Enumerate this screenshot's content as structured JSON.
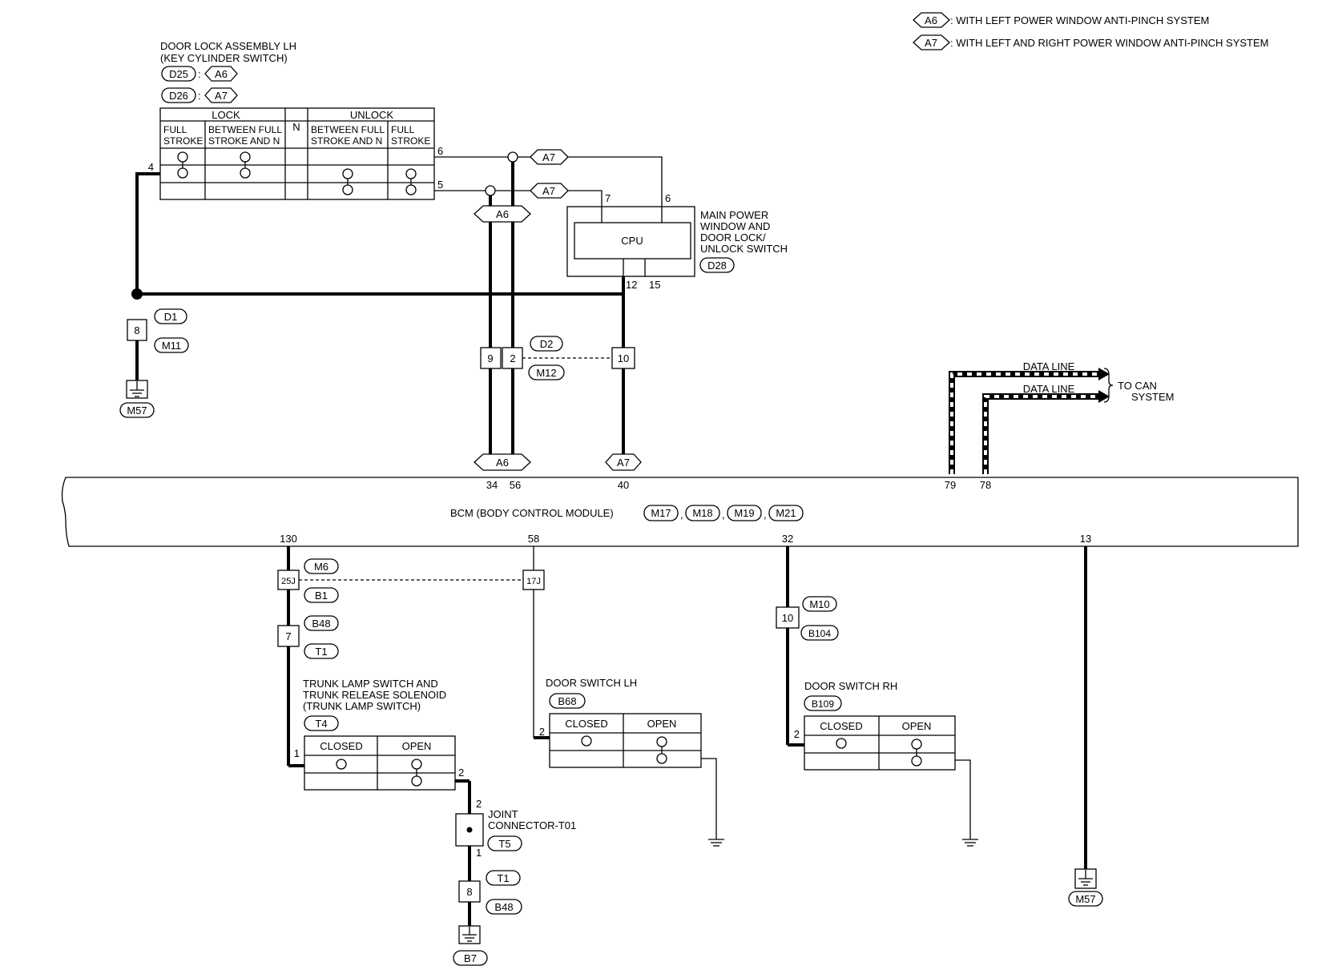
{
  "legend": [
    {
      "tag": "A6",
      "text": ": WITH LEFT POWER WINDOW ANTI-PINCH SYSTEM"
    },
    {
      "tag": "A7",
      "text": ": WITH LEFT AND RIGHT POWER WINDOW ANTI-PINCH SYSTEM"
    }
  ],
  "door_lock": {
    "title1": "DOOR LOCK ASSEMBLY LH",
    "title2": "(KEY CYLINDER SWITCH)",
    "conn1": "D25",
    "cond1": "A6",
    "conn2": "D26",
    "cond2": "A7",
    "lock": "LOCK",
    "n": "N",
    "unlock": "UNLOCK",
    "full1": "FULL",
    "stroke1": "STROKE",
    "between1": "BETWEEN FULL",
    "strokeN1": "STROKE AND N",
    "between2": "BETWEEN FULL",
    "strokeN2": "STROKE AND N",
    "full2": "FULL",
    "stroke2": "STROKE",
    "pin4": "4",
    "pin6": "6",
    "pin5": "5"
  },
  "main_switch": {
    "l1": "MAIN POWER",
    "l2": "WINDOW AND",
    "l3": "DOOR LOCK/",
    "l4": "UNLOCK SWITCH",
    "conn": "D28",
    "cpu": "CPU",
    "pin7": "7",
    "pin6": "6",
    "pin12": "12",
    "pin15": "15"
  },
  "conditions": {
    "a7_top": "A7",
    "a7_mid": "A7",
    "a6_mid": "A6",
    "a6_bcm": "A6",
    "a7_bcm": "A7"
  },
  "ground_left": {
    "pin": "8",
    "c1": "D1",
    "c2": "M11",
    "gnd": "M57"
  },
  "mid_conn": {
    "p9": "9",
    "p2": "2",
    "p10": "10",
    "c1": "D2",
    "c2": "M12"
  },
  "data_line": {
    "l1": "DATA LINE",
    "l2": "DATA LINE",
    "to1": "TO CAN",
    "to2": "SYSTEM"
  },
  "bcm": {
    "label": "BCM (BODY CONTROL MODULE)",
    "c1": "M17",
    "c2": "M18",
    "c3": "M19",
    "c4": "M21",
    "sep1": ",",
    "sep2": ",",
    "sep3": ",",
    "p34": "34",
    "p56": "56",
    "p40": "40",
    "p79": "79",
    "p78": "78",
    "p130": "130",
    "p58": "58",
    "p32": "32",
    "p13": "13"
  },
  "trunk": {
    "j25": "25J",
    "j17": "17J",
    "c_m6": "M6",
    "c_b1": "B1",
    "p7": "7",
    "c_b48": "B48",
    "c_t1": "T1",
    "l1": "TRUNK LAMP SWITCH AND",
    "l2": "TRUNK RELEASE SOLENOID",
    "l3": "(TRUNK LAMP SWITCH)",
    "conn": "T4",
    "closed": "CLOSED",
    "open": "OPEN",
    "pin1": "1",
    "pin2": "2"
  },
  "joint": {
    "pin2": "2",
    "pin1": "1",
    "l1": "JOINT",
    "l2": "CONNECTOR-T01",
    "conn": "T5",
    "p8": "8",
    "c_t1": "T1",
    "c_b48": "B48",
    "gnd": "B7"
  },
  "door_lh": {
    "title": "DOOR SWITCH LH",
    "conn": "B68",
    "closed": "CLOSED",
    "open": "OPEN",
    "pin": "2"
  },
  "door_rh": {
    "title": "DOOR SWITCH RH",
    "conn": "B109",
    "closed": "CLOSED",
    "open": "OPEN",
    "pin": "2",
    "p10": "10",
    "c_m10": "M10",
    "c_b104": "B104"
  },
  "ground_right": {
    "gnd": "M57"
  }
}
